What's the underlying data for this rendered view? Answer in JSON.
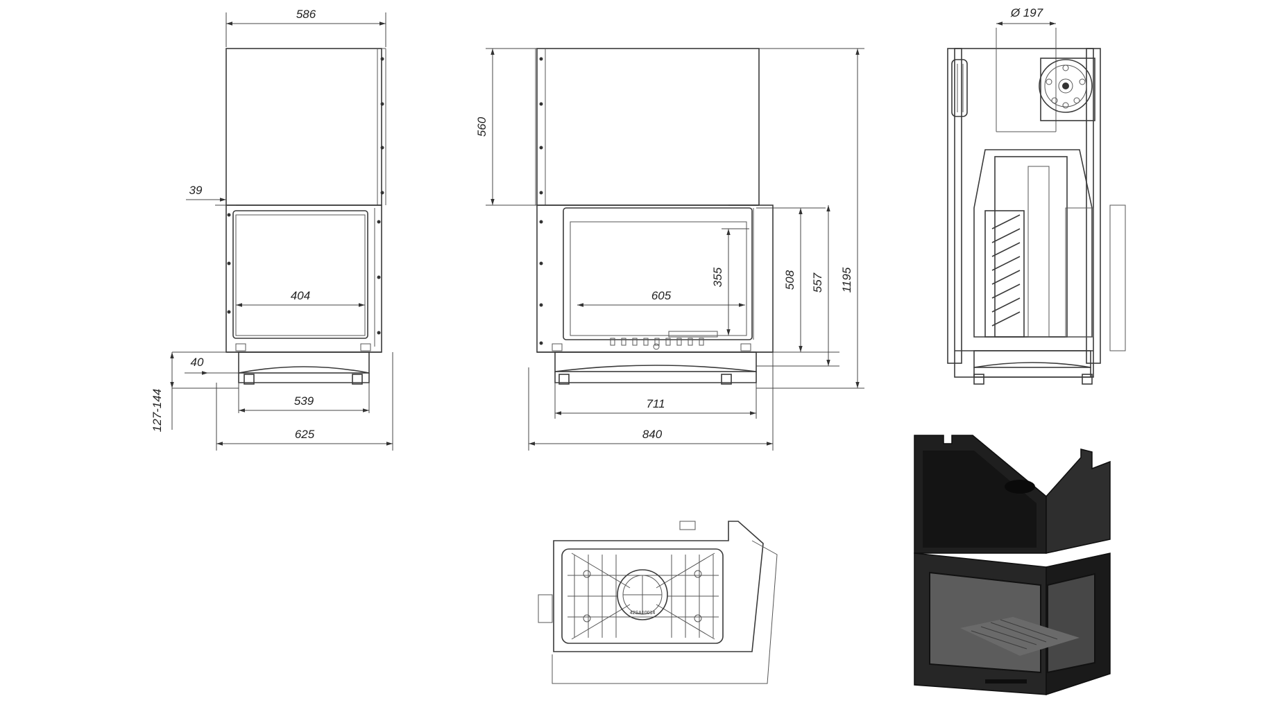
{
  "dimensions": {
    "front_top_width": "586",
    "front_inset": "39",
    "front_glass_width": "404",
    "front_bottom_offset": "40",
    "front_leg_height": "127-144",
    "front_body_width": "539",
    "front_total_width": "625",
    "side_top_height": "560",
    "side_glass_height": "355",
    "side_glass_width": "605",
    "side_door_height": "508",
    "side_body_height": "557",
    "side_total_height": "1195",
    "side_body_width": "711",
    "side_total_width": "840",
    "right_flue_diameter": "Ø 197"
  },
  "labels": {
    "part_code": "42SA10014"
  },
  "colors": {
    "line": "#3a3a3a",
    "render_dark": "#1c1c1c",
    "render_mid": "#3a3a3a",
    "background": "#ffffff"
  }
}
